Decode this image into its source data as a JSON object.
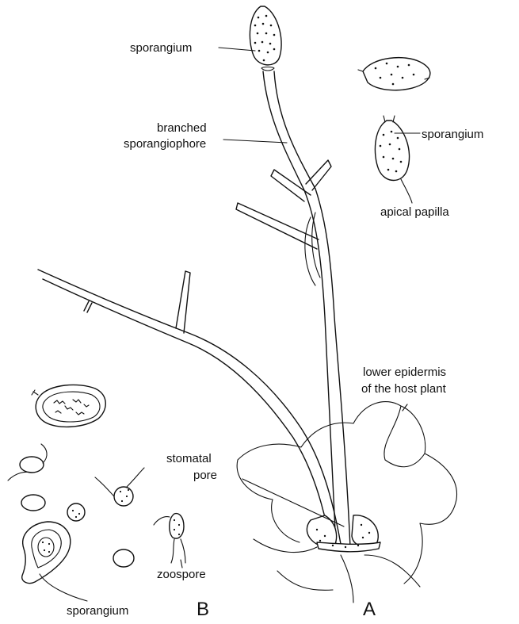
{
  "labels": {
    "sporangium_top": "sporangium",
    "branched_line1": "branched",
    "branched_line2": "sporangiophore",
    "sporangium_right": "sporangium",
    "apical_papilla": "apical papilla",
    "lower_epidermis_line1": "lower epidermis",
    "lower_epidermis_line2": "of the host plant",
    "stomatal_line1": "stomatal",
    "stomatal_line2": "pore",
    "zoospore": "zoospore",
    "sporangium_bottom": "sporangium",
    "panel_b": "B",
    "panel_a": "A"
  }
}
